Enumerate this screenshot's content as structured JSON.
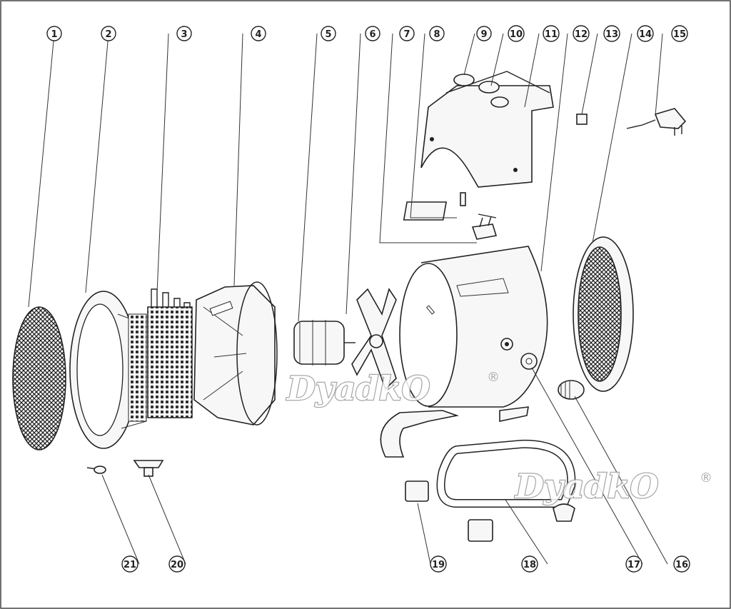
{
  "callouts": [
    "1",
    "2",
    "3",
    "4",
    "5",
    "6",
    "7",
    "8",
    "9",
    "10",
    "11",
    "12",
    "13",
    "14",
    "15",
    "16",
    "17",
    "18",
    "19",
    "20",
    "21"
  ],
  "watermark": {
    "text": "DyadkO",
    "registered": "®"
  }
}
